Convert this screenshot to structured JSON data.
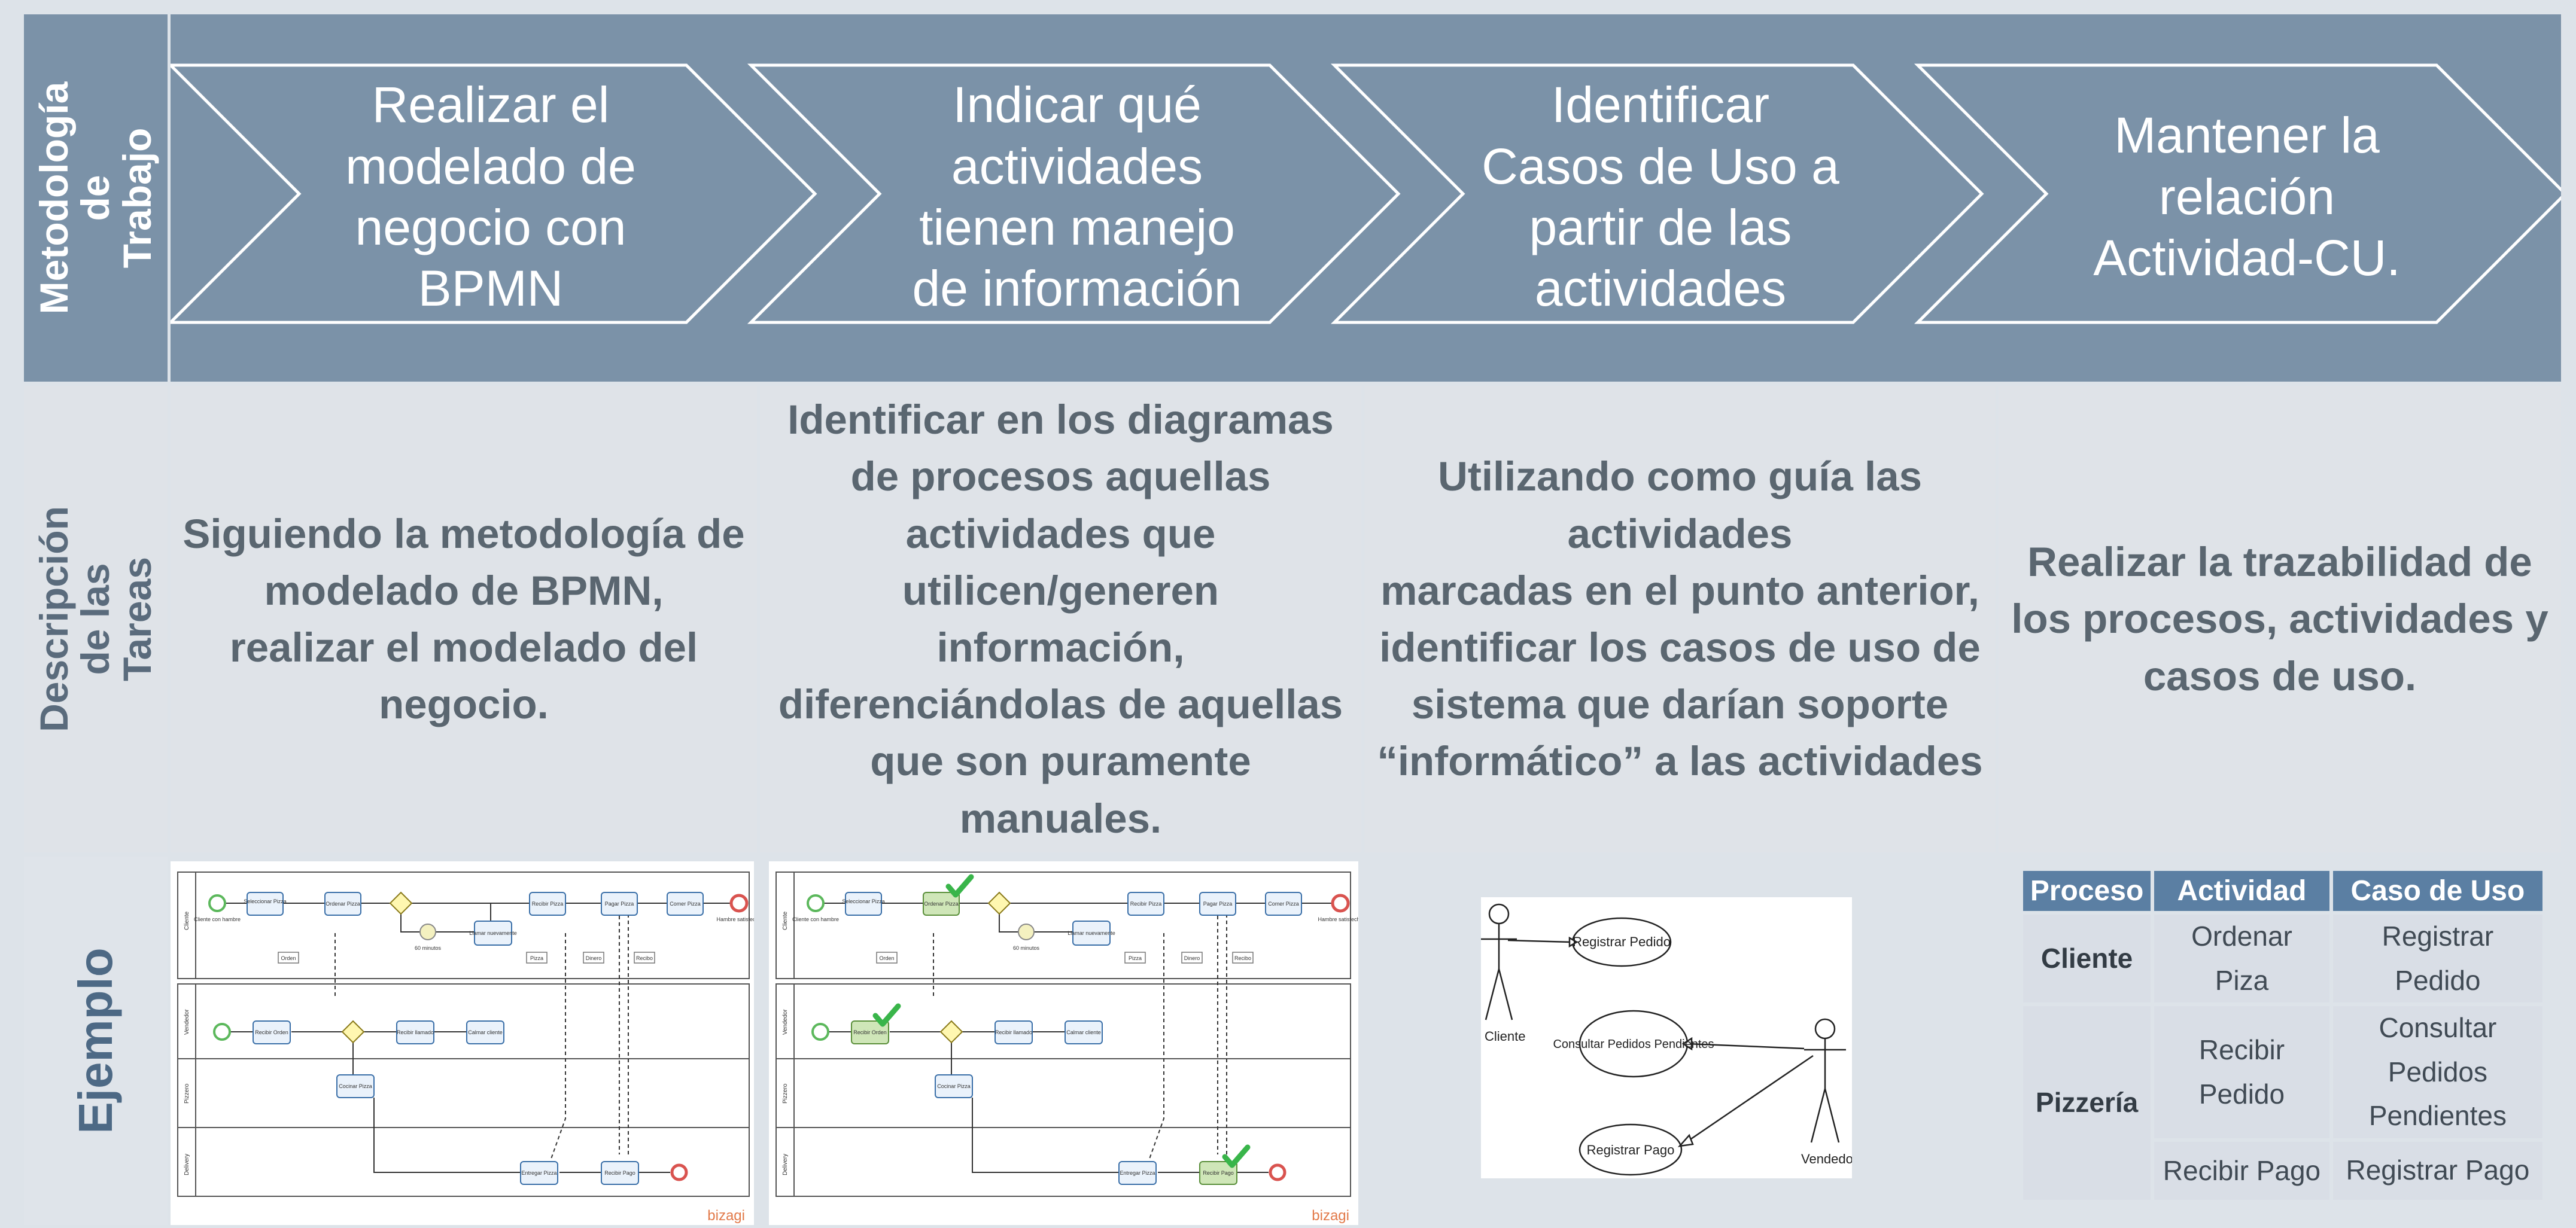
{
  "rows": {
    "methodology": "Metodología de\nTrabajo",
    "description": "Descripción de las\nTareas",
    "example": "Ejemplo"
  },
  "steps": [
    "Realizar el\nmodelado de\nnegocio con\nBPMN",
    "Indicar qué\nactividades\ntienen manejo\nde información",
    "Identificar\nCasos de Uso a\npartir de las\nactividades",
    "Mantener la\nrelación\nActividad-CU."
  ],
  "descriptions": [
    "Siguiendo la metodología de\nmodelado de BPMN,\nrealizar el modelado del\nnegocio.",
    "Identificar en los diagramas\nde procesos aquellas\nactividades que\nutilicen/generen\ninformación,\ndiferenciándolas de aquellas\nque son puramente\nmanuales.",
    "Utilizando como guía las\nactividades\nmarcadas en el punto anterior,\nidentificar los casos de uso de\nsistema que darían soporte\n“informático” a las actividades",
    "Realizar la trazabilidad de\nlos procesos, actividades y\ncasos de uso."
  ],
  "bpmn": {
    "lanes": [
      "Cliente",
      "Vendedor",
      "Pizzero",
      "Delivery"
    ],
    "tasks": {
      "seleccionar": "Seleccionar Pizza",
      "ordenar": "Ordenar Pizza",
      "recibir_pizza": "Recibir Pizza",
      "pagar": "Pagar Pizza",
      "comer": "Comer Pizza",
      "llamar": "Llamar nuevamente",
      "recibir_orden": "Recibir Orden",
      "recibir_llamado": "Recibir llamado",
      "calmar": "Calmar cliente",
      "cocinar": "Cocinar Pizza",
      "entregar": "Entregar Pizza",
      "recibir_pago": "Recibir Pago"
    },
    "events": {
      "start": "Cliente con hambre",
      "end": "Hambre satisfecho",
      "timer": "60 minutos"
    },
    "data": [
      "Orden",
      "Pizza",
      "Dinero",
      "Recibo"
    ],
    "brand": "bizagi"
  },
  "uml": {
    "actors": [
      "Cliente",
      "Vendedor"
    ],
    "usecases": [
      "Registrar Pedido",
      "Consultar Pedidos Pendientes",
      "Registrar Pago"
    ]
  },
  "trace_table": {
    "headers": [
      "Proceso",
      "Actividad",
      "Caso de Uso"
    ],
    "rows": [
      {
        "process": "Cliente",
        "activity": "Ordenar Piza",
        "usecase": "Registrar Pedido"
      },
      {
        "process": "Pizzería",
        "activity": "Recibir Pedido",
        "usecase": "Consultar Pedidos Pendientes"
      },
      {
        "process": "",
        "activity": "Recibir Pago",
        "usecase": "Registrar Pago"
      }
    ]
  },
  "colors": {
    "band": "#7b92a8",
    "header_cell": "#5b7fa3",
    "panel": "#dfe3e8",
    "check": "#39b54a"
  }
}
